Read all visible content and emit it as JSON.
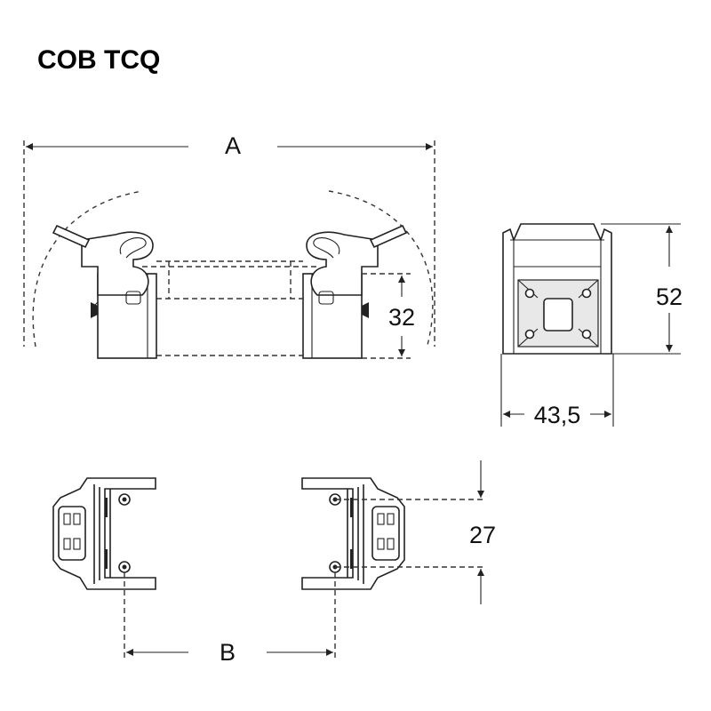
{
  "title": "COB TCQ",
  "dimensions": {
    "a": "A",
    "b": "B",
    "height_32": "32",
    "height_52": "52",
    "width_43_5": "43,5",
    "spacing_27": "27"
  }
}
